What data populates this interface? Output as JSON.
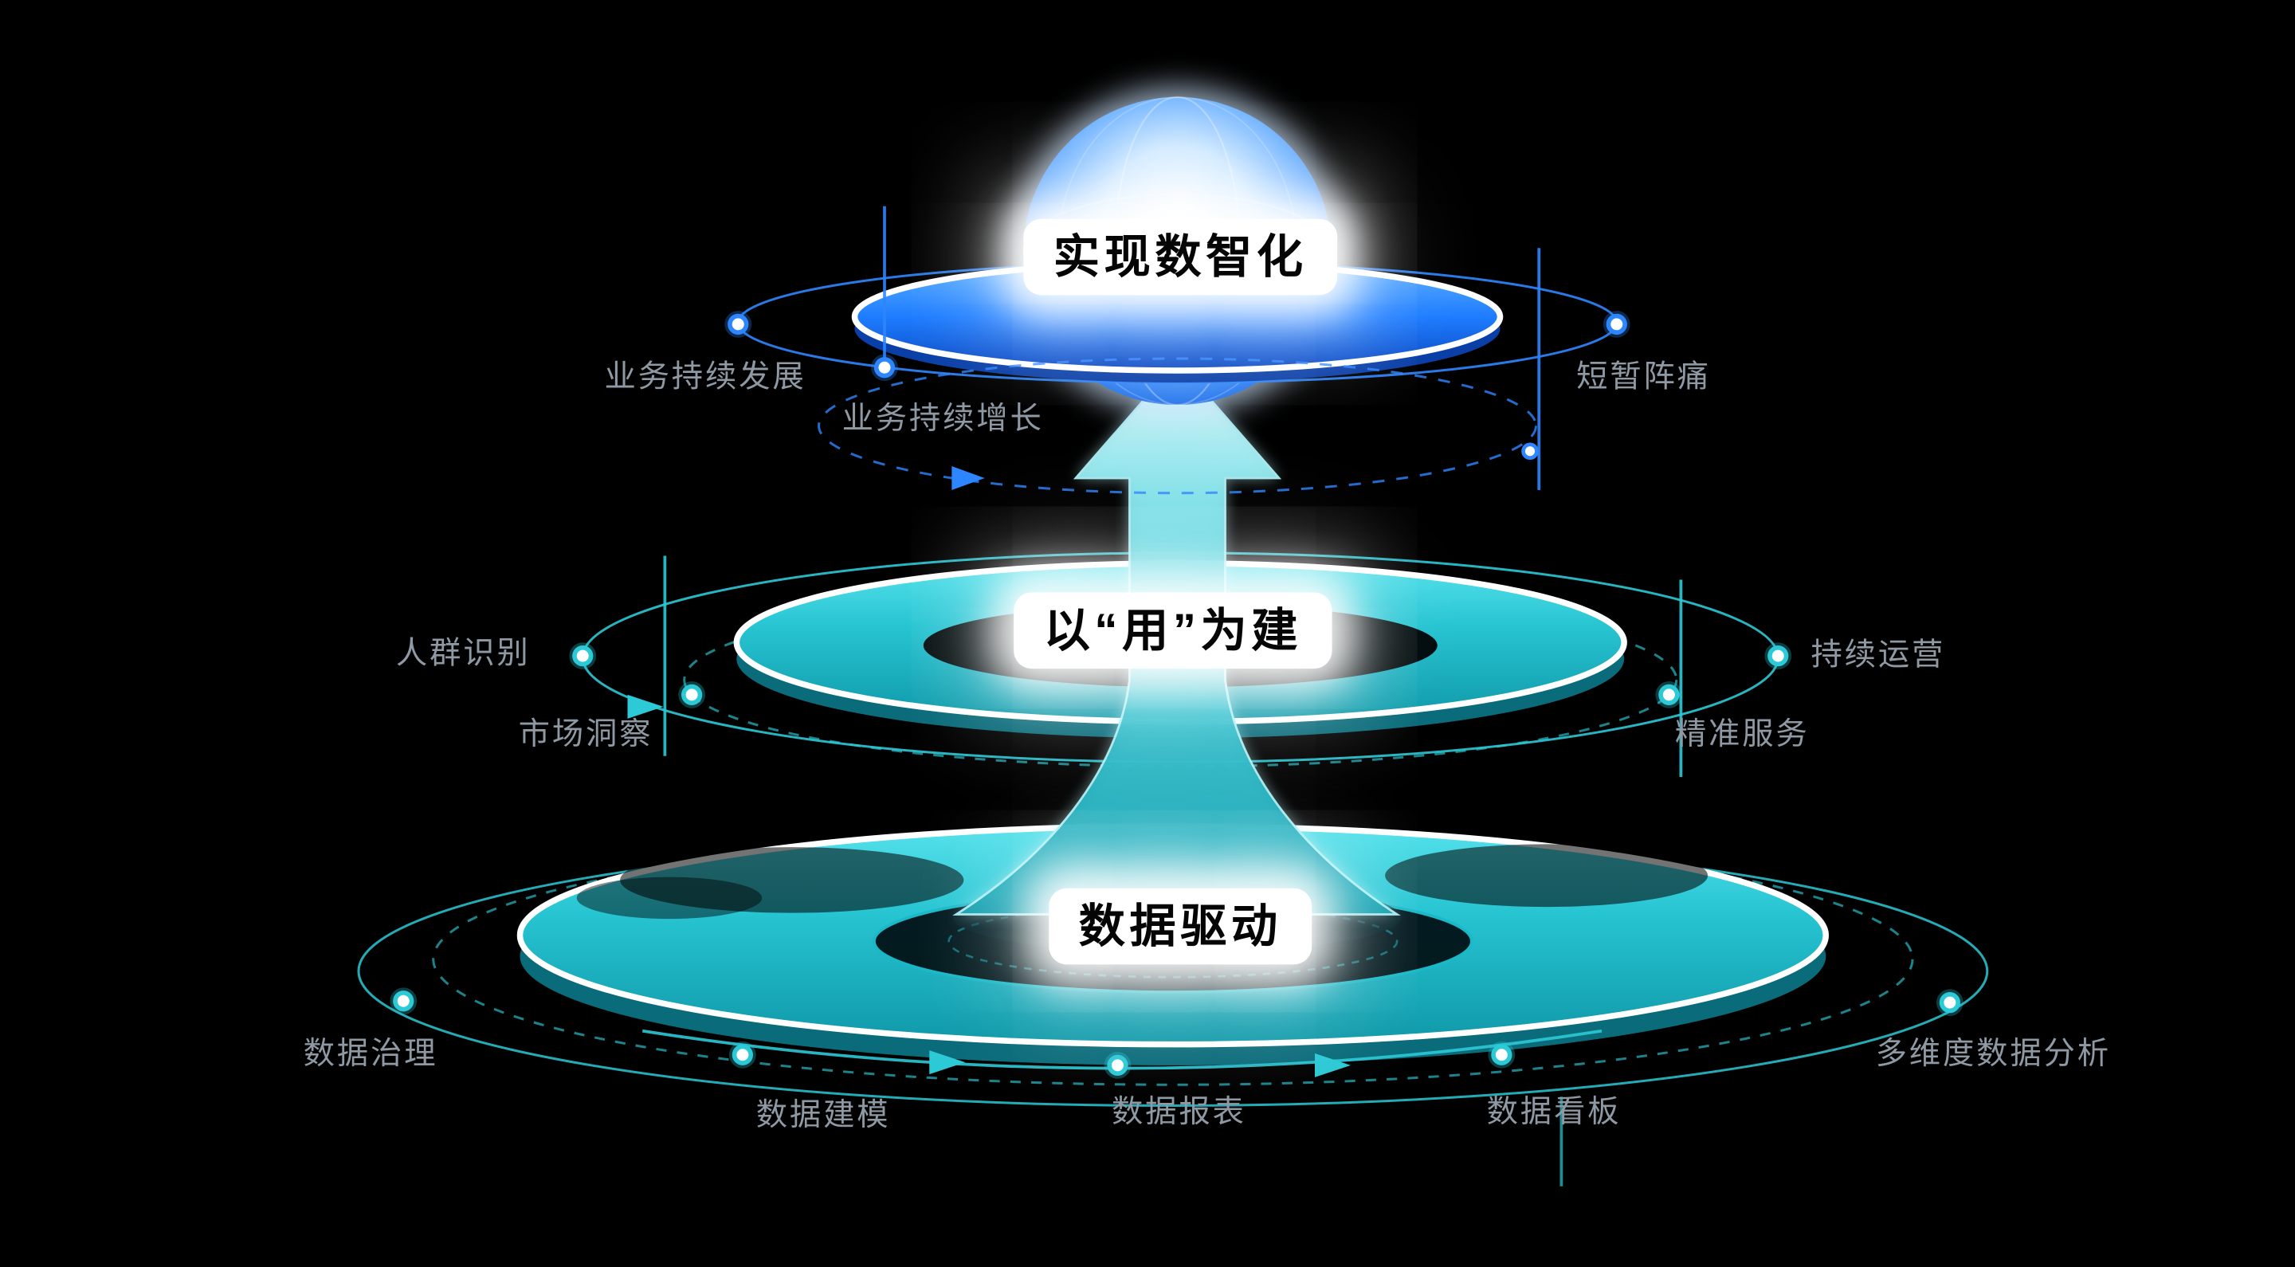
{
  "diagram": {
    "tiers": [
      {
        "title": "实现数智化",
        "side_labels": [
          "业务持续发展",
          "业务持续增长",
          "短暂阵痛"
        ]
      },
      {
        "title": "以“用”为建",
        "side_labels": [
          "人群识别",
          "市场洞察",
          "持续运营",
          "精准服务"
        ]
      },
      {
        "title": "数据驱动",
        "side_labels": [
          "数据治理",
          "数据建模",
          "数据报表",
          "数据看板",
          "多维度数据分析"
        ]
      }
    ],
    "colors": {
      "background": "#000000",
      "teal": "#2cc9d6",
      "teal_deep": "#0e8fa0",
      "blue": "#2e86ff",
      "blue_deep": "#0a46c0",
      "label_gray": "#8e99a4",
      "highlight_white": "#ffffff"
    }
  }
}
